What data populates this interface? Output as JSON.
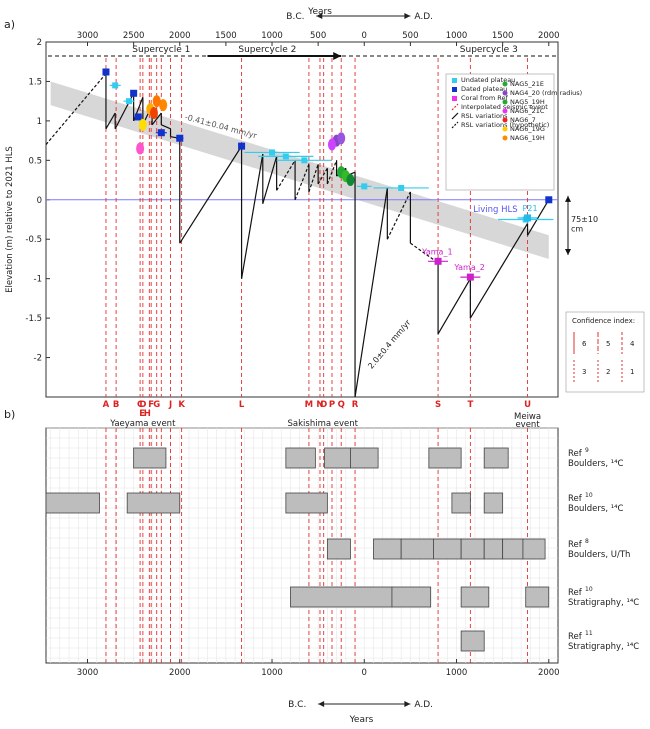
{
  "chart_data": [
    {
      "panel_label": "a)",
      "type": "line",
      "x_axis_title": "Years",
      "x_ticks": [
        3000,
        2500,
        2000,
        1500,
        1000,
        500,
        0,
        500,
        1000,
        1500,
        2000
      ],
      "era_labels": {
        "left": "B.C.",
        "right": "A.D."
      },
      "ylabel": "Elevation (m) relative to 2021 HLS",
      "ylim": [
        -2.5,
        2
      ],
      "y_ticks": [
        "2",
        "1.5",
        "1",
        "0.5",
        "0",
        "-0.5",
        "-1",
        "-1.5",
        "-2"
      ],
      "supercycles": [
        {
          "label": "Supercycle 1",
          "from": -3450,
          "to": -1500
        },
        {
          "label": "Supercycle 2",
          "from": -1500,
          "to": -250
        },
        {
          "label": "Supercycle 3",
          "from": -250,
          "to": 2000
        }
      ],
      "trend_label": "-0.41±0.04 mm/yr",
      "subsidence_label": "2.0±0.4 mm/yr",
      "living_hls_label": "Living HLS",
      "offset_label": "75±10",
      "offset_unit": "cm",
      "rsl_sawtooth": [
        [
          -3450,
          0.7
        ],
        [
          -2800,
          1.6
        ],
        [
          -2800,
          0.9
        ],
        [
          -2700,
          1.1
        ],
        [
          -2700,
          0.9
        ],
        [
          -2500,
          1.35
        ],
        [
          -2500,
          1.0
        ],
        [
          -2400,
          1.3
        ],
        [
          -2400,
          0.95
        ],
        [
          -2300,
          1.2
        ],
        [
          -2300,
          0.95
        ],
        [
          -2200,
          1.1
        ],
        [
          -2200,
          0.95
        ],
        [
          -2100,
          0.9
        ],
        [
          -2100,
          0.8
        ],
        [
          -2000,
          0.78
        ],
        [
          -2000,
          -0.55
        ],
        [
          -1330,
          0.68
        ],
        [
          -1330,
          -1.0
        ],
        [
          -1100,
          0.58
        ],
        [
          -1100,
          -0.05
        ],
        [
          -950,
          0.55
        ],
        [
          -950,
          0.12
        ],
        [
          -750,
          0.5
        ],
        [
          -750,
          0.0
        ],
        [
          -600,
          0.45
        ],
        [
          -600,
          0.1
        ],
        [
          -500,
          0.45
        ],
        [
          -500,
          0.2
        ],
        [
          -400,
          0.4
        ],
        [
          -400,
          0.2
        ],
        [
          -300,
          0.5
        ],
        [
          -300,
          0.3
        ],
        [
          -200,
          0.4
        ],
        [
          -200,
          0.3
        ],
        [
          -100,
          0.35
        ],
        [
          -100,
          -2.5
        ],
        [
          250,
          0.15
        ],
        [
          250,
          -0.5
        ],
        [
          500,
          0.1
        ],
        [
          500,
          -0.55
        ],
        [
          800,
          -0.8
        ],
        [
          800,
          -1.7
        ],
        [
          1150,
          -1.0
        ],
        [
          1150,
          -1.5
        ],
        [
          1770,
          -0.3
        ],
        [
          1770,
          -0.45
        ],
        [
          2000,
          0.0
        ]
      ],
      "undated_plateaus": [
        {
          "x": -2700,
          "y": 1.45,
          "err": 60
        },
        {
          "x": -2550,
          "y": 1.25,
          "err": 60
        },
        {
          "x": -1000,
          "y": 0.6,
          "err": 300
        },
        {
          "x": -850,
          "y": 0.55,
          "err": 300
        },
        {
          "x": -650,
          "y": 0.5,
          "err": 300
        },
        {
          "x": 0,
          "y": 0.17,
          "err": 80
        },
        {
          "x": 400,
          "y": 0.15,
          "err": 300
        },
        {
          "x": 1750,
          "y": -0.25,
          "err": 300
        }
      ],
      "dated_plateaus": [
        {
          "x": -2800,
          "y": 1.62,
          "err": 0
        },
        {
          "x": -2500,
          "y": 1.35,
          "err": 0
        },
        {
          "x": -2450,
          "y": 1.05,
          "err": 40
        },
        {
          "x": -2200,
          "y": 0.85,
          "err": 60
        },
        {
          "x": -2000,
          "y": 0.78,
          "err": 40
        },
        {
          "x": -1330,
          "y": 0.68,
          "err": 0
        },
        {
          "x": 2000,
          "y": 0.0,
          "err": 0
        }
      ],
      "named_points": [
        {
          "label": "P21",
          "x": 1770,
          "y": -0.23
        },
        {
          "label": "Yama_1",
          "x": 800,
          "y": -0.78
        },
        {
          "label": "Yama_2",
          "x": 1150,
          "y": -0.98
        }
      ],
      "event_letters": [
        "A",
        "B",
        "C",
        "D",
        "E",
        "F",
        "G",
        "H",
        "J",
        "K",
        "L",
        "M",
        "N",
        "O",
        "P",
        "Q",
        "R",
        "S",
        "T",
        "U"
      ],
      "event_years": [
        -2800,
        -2690,
        -2430,
        -2400,
        -2330,
        -2310,
        -2250,
        -2200,
        -2100,
        -1980,
        -1330,
        -600,
        -480,
        -440,
        -350,
        -250,
        -100,
        800,
        1150,
        1770
      ],
      "legend": [
        "Undated plateau",
        "Dated plateau",
        "Coral from Ref",
        "Interpolated seismic event",
        "RSL variations",
        "RSL variations (hypothetic)",
        "NAG5_21E",
        "NAG4_20 (rdm radius)",
        "NAG5_19H",
        "NAG6_21C",
        "NAG6_7",
        "NAG6_19G",
        "NAG6_19H"
      ],
      "confidence_title": "Confidence index:",
      "confidence_values": [
        "6",
        "5",
        "4",
        "3",
        "2",
        "1"
      ]
    },
    {
      "panel_label": "b)",
      "type": "bar",
      "x_axis_title": "Years",
      "x_ticks": [
        3000,
        2000,
        1000,
        0,
        1000,
        2000
      ],
      "era_labels": {
        "left": "B.C.",
        "right": "A.D."
      },
      "event_labels": [
        "Yaeyama event",
        "Sakishima event",
        "Meiwa event"
      ],
      "rows": [
        {
          "ref": "Ref",
          "sup": "9",
          "name": "Boulders, ¹⁴C",
          "intervals": [
            [
              -2500,
              -2150
            ],
            [
              -850,
              -530
            ],
            [
              -430,
              -150
            ],
            [
              -150,
              150
            ],
            [
              700,
              1050
            ],
            [
              1300,
              1560
            ]
          ]
        },
        {
          "ref": "Ref",
          "sup": "10",
          "name": "Boulders, ¹⁴C",
          "intervals": [
            [
              -3450,
              -2870
            ],
            [
              -2570,
              -2000
            ],
            [
              -850,
              -400
            ],
            [
              950,
              1150
            ],
            [
              1300,
              1500
            ]
          ]
        },
        {
          "ref": "Ref",
          "sup": "8",
          "name": "Boulders, U/Th",
          "intervals": [
            [
              -400,
              -150
            ],
            [
              100,
              400
            ],
            [
              400,
              750
            ],
            [
              750,
              1050
            ],
            [
              1050,
              1300
            ],
            [
              1300,
              1500
            ],
            [
              1500,
              1720
            ],
            [
              1720,
              1960
            ]
          ]
        },
        {
          "ref": "Ref",
          "sup": "10",
          "name": "Stratigraphy, ¹⁴C",
          "intervals": [
            [
              -800,
              300
            ],
            [
              300,
              720
            ],
            [
              1050,
              1350
            ],
            [
              1750,
              2000
            ]
          ]
        },
        {
          "ref": "Ref",
          "sup": "11",
          "name": "Stratigraphy, ¹⁴C",
          "intervals": [
            [
              1050,
              1300
            ]
          ]
        }
      ]
    }
  ]
}
